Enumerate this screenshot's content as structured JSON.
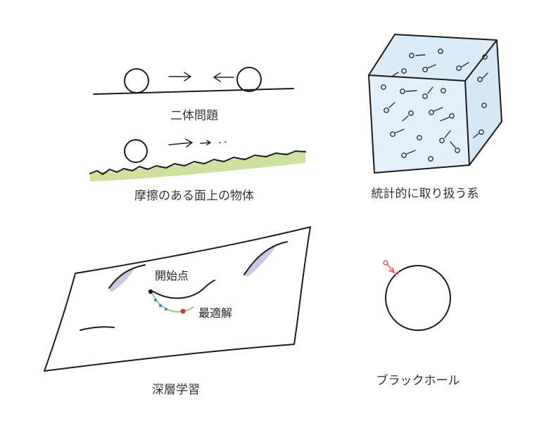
{
  "panels": {
    "two_body": {
      "caption": "二体問題"
    },
    "friction": {
      "caption": "摩擦のある面上の物体"
    },
    "statistical": {
      "caption": "統計的に取り扱う系"
    },
    "deep_learning": {
      "caption": "深層学習",
      "start_label": "開始点",
      "optimum_label": "最適解"
    },
    "black_hole": {
      "caption": "ブラックホール"
    }
  },
  "colors": {
    "ink": "#1b1b1b",
    "grass": "#cfe0a0",
    "cube_tint": "#cfe3f5",
    "blue_dots": "#3a7bd5",
    "red_dot": "#e03030",
    "green_path": "#8fcf7a",
    "ridge_shade": "#c9c9e6",
    "probe": "#e06060"
  }
}
